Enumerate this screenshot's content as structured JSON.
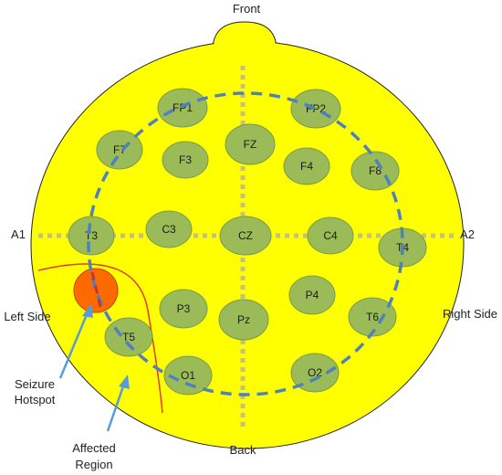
{
  "labels": {
    "front": "Front",
    "back": "Back",
    "a1": "A1",
    "a2": "A2",
    "left_side": "Left Side",
    "right_side": "Right Side",
    "seizure_hotspot_line1": "Seizure",
    "seizure_hotspot_line2": "Hotspot",
    "affected_region_line1": "Affected",
    "affected_region_line2": "Region"
  },
  "electrodes": [
    {
      "id": "fp1",
      "label": "FP1"
    },
    {
      "id": "fp2",
      "label": "FP2"
    },
    {
      "id": "f7",
      "label": "F7"
    },
    {
      "id": "f3",
      "label": "F3"
    },
    {
      "id": "fz",
      "label": "FZ"
    },
    {
      "id": "f4",
      "label": "F4"
    },
    {
      "id": "f8",
      "label": "F8"
    },
    {
      "id": "t3",
      "label": "T3"
    },
    {
      "id": "c3",
      "label": "C3"
    },
    {
      "id": "cz",
      "label": "CZ"
    },
    {
      "id": "c4",
      "label": "C4"
    },
    {
      "id": "t4",
      "label": "T4"
    },
    {
      "id": "p3",
      "label": "P3"
    },
    {
      "id": "pz",
      "label": "Pz"
    },
    {
      "id": "p4",
      "label": "P4"
    },
    {
      "id": "t5",
      "label": "T5"
    },
    {
      "id": "t6",
      "label": "T6"
    },
    {
      "id": "o1",
      "label": "O1"
    },
    {
      "id": "o2",
      "label": "O2"
    }
  ],
  "colors": {
    "head_fill": "#ffff00",
    "electrode_fill": "#9bbb59",
    "hotspot_fill": "#ff6a00",
    "dashed_ring": "#4f81bd",
    "midline": "#c7c36a",
    "affected_outline": "#e23a2a",
    "arrow": "#5b9bd5"
  }
}
